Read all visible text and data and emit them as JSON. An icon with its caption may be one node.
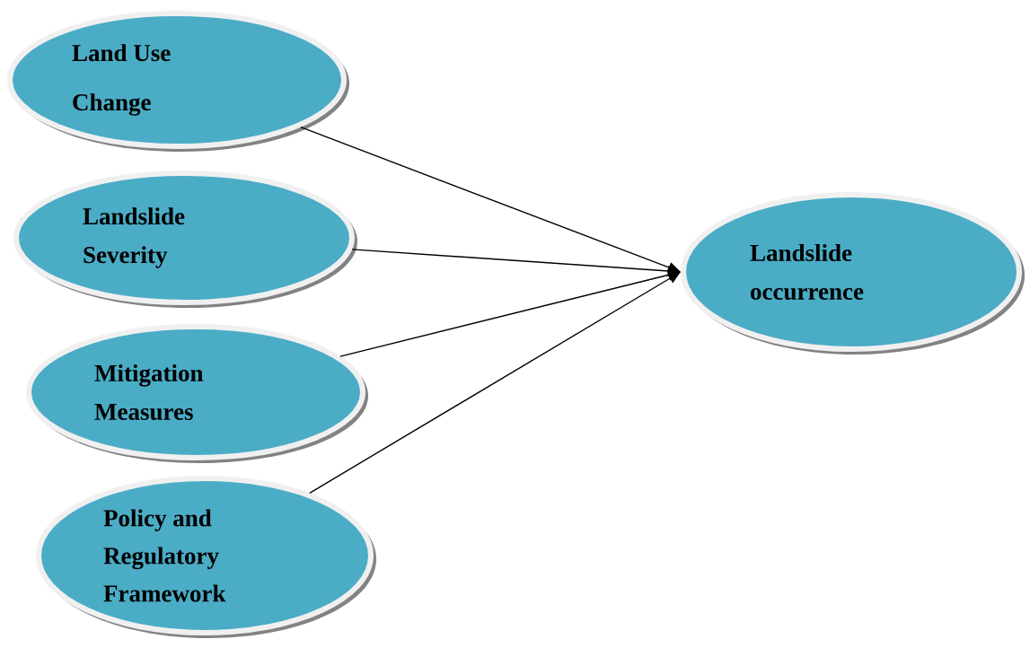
{
  "diagram": {
    "nodes": [
      {
        "text": [
          "Land Use Change"
        ]
      },
      {
        "text": [
          "Landslide Severity"
        ]
      },
      {
        "text": [
          "Mitigation Measures"
        ]
      },
      {
        "text": [
          "Policy and Regulatory Framework"
        ]
      },
      {
        "text": [
          "Landslide occurrence"
        ]
      }
    ],
    "edges": [
      {
        "from": 0,
        "to": 4,
        "arrow": "to"
      },
      {
        "from": 1,
        "to": 4,
        "arrow": "to"
      },
      {
        "from": 2,
        "to": 4,
        "arrow": "to"
      },
      {
        "from": 3,
        "to": 4,
        "arrow": "to"
      }
    ]
  }
}
